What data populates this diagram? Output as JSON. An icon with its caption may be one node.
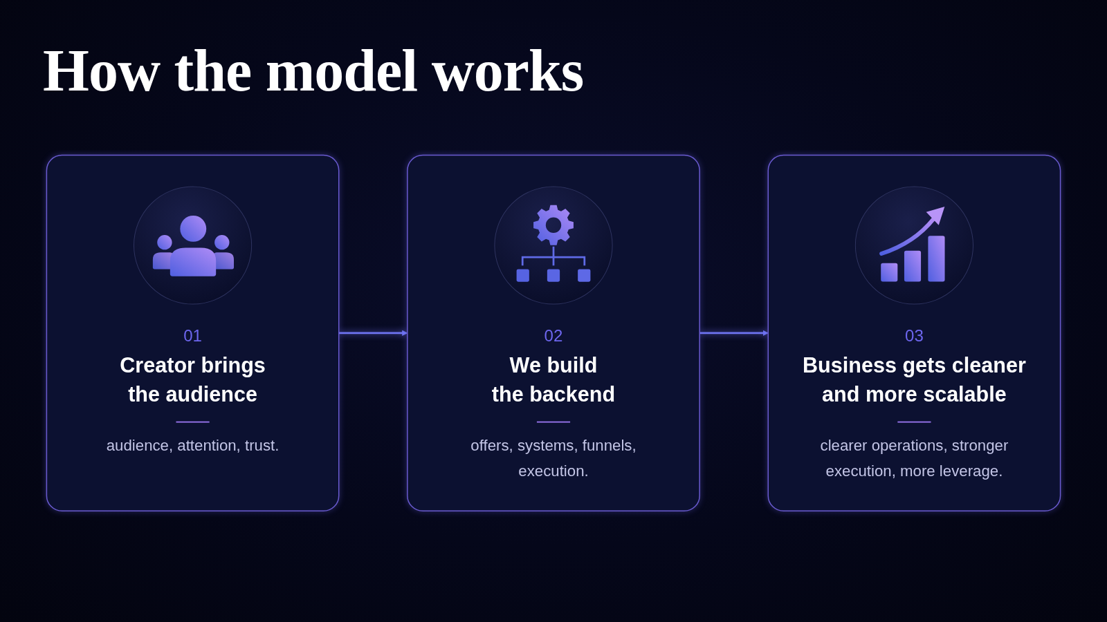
{
  "diagram": {
    "title": "How the model works",
    "nodes": [
      {
        "text": [
          "01",
          "Creator brings the audience",
          "audience, attention, trust."
        ]
      },
      {
        "text": [
          "02",
          "We build the backend",
          "offers, systems, funnels, execution."
        ]
      },
      {
        "text": [
          "03",
          "Business gets cleaner and more scalable",
          "clearer operations, stronger execution, more leverage."
        ]
      }
    ],
    "edges": [
      {
        "from": 0,
        "to": 1,
        "arrow": "to"
      },
      {
        "from": 1,
        "to": 2,
        "arrow": "to"
      }
    ]
  }
}
